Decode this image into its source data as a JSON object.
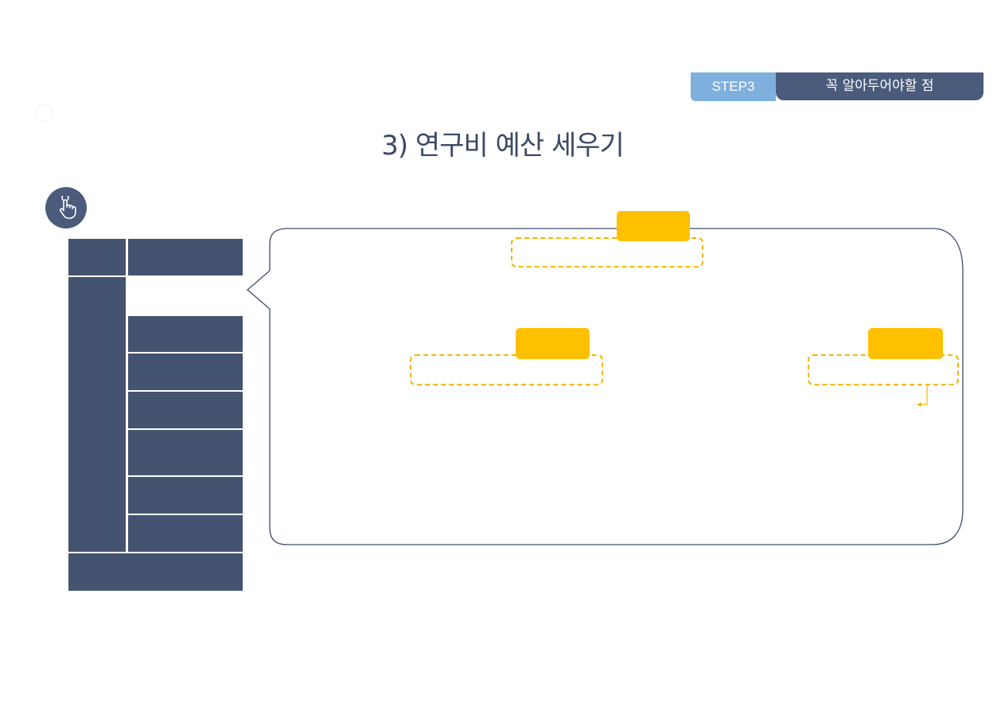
{
  "header": {
    "step_label": "STEP3",
    "step_title": "꼭 알아두어야할 점"
  },
  "page": {
    "title": "3) 연구비 예산 세우기"
  },
  "icons": {
    "touch": "touch-hand-icon",
    "decoration": "ring-icon"
  },
  "colors": {
    "navy": "#44536f",
    "step_blue": "#7fb0dd",
    "step_navy": "#4b5b7c",
    "accent_yellow": "#ffc000"
  }
}
